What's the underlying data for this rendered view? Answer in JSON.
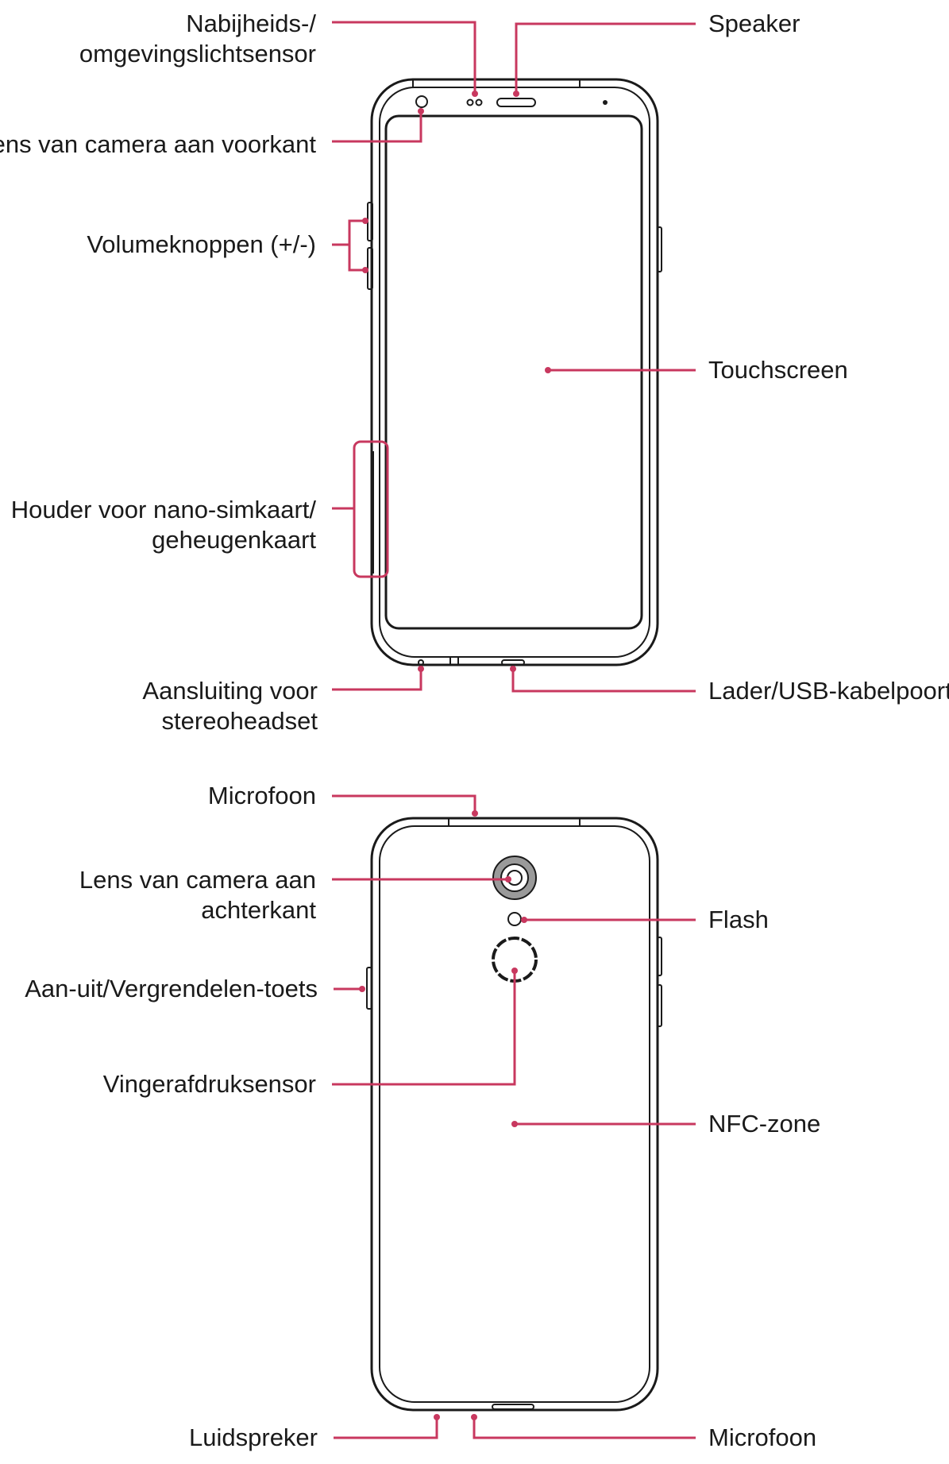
{
  "colors": {
    "callout": "#c8385f",
    "outline": "#1a1a1a",
    "background": "#ffffff"
  },
  "front": {
    "proximity_sensor": {
      "line1": "Nabijheids-/",
      "line2": "omgevingslichtsensor"
    },
    "speaker": "Speaker",
    "front_camera": "Lens van camera aan voorkant",
    "volume_keys": "Volumeknoppen (+/-)",
    "touchscreen": "Touchscreen",
    "sim_tray": {
      "line1": "Houder voor nano-simkaart/",
      "line2": "geheugenkaart"
    },
    "headset_jack": {
      "line1": "Aansluiting voor",
      "line2": "stereoheadset"
    },
    "usb_port": "Lader/USB-kabelpoort"
  },
  "back": {
    "microphone_top": "Microfoon",
    "rear_camera": {
      "line1": "Lens van camera aan",
      "line2": "achterkant"
    },
    "flash": "Flash",
    "power_key": "Aan-uit/Vergrendelen-toets",
    "fingerprint": "Vingerafdruksensor",
    "nfc": "NFC-zone",
    "loudspeaker": "Luidspreker",
    "microphone_bottom": "Microfoon"
  }
}
